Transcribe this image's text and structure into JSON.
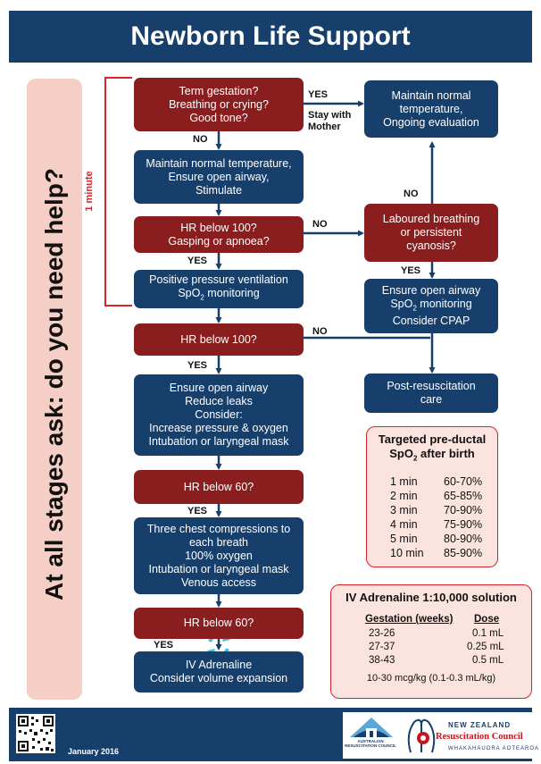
{
  "header": {
    "title": "Newborn Life Support"
  },
  "sidebar": {
    "text": "At all stages ask: do you need help?"
  },
  "bracket": {
    "label": "1 minute"
  },
  "flow": {
    "b1": [
      "Term gestation?",
      "Breathing or crying?",
      "Good tone?"
    ],
    "b2": [
      "Maintain normal temperature,",
      "Ensure open airway,",
      "Stimulate"
    ],
    "b3": [
      "HR below 100?",
      "Gasping or apnoea?"
    ],
    "b4": [
      "Positive pressure ventilation",
      "SpO",
      "2",
      " monitoring"
    ],
    "b5": [
      "HR below 100?"
    ],
    "b6": [
      "Ensure open airway",
      "Reduce leaks",
      "Consider:",
      "Increase pressure & oxygen",
      "Intubation or laryngeal mask"
    ],
    "b7": [
      "HR below 60?"
    ],
    "b8": [
      "Three chest compressions to",
      "each breath",
      "100% oxygen",
      "Intubation or laryngeal mask",
      "Venous access"
    ],
    "b9": [
      "HR below 60?"
    ],
    "b10": [
      "IV Adrenaline",
      "Consider volume expansion"
    ],
    "r1": [
      "Maintain normal",
      "temperature,",
      "Ongoing evaluation"
    ],
    "r2": [
      "Laboured breathing",
      "or persistent",
      "cyanosis?"
    ],
    "r3": [
      "Ensure open airway",
      "SpO",
      "2",
      " monitoring",
      "Consider CPAP"
    ],
    "r4": [
      "Post-resuscitation",
      "care"
    ]
  },
  "labels": {
    "yes1": "YES",
    "stay1": "Stay with",
    "stay2": "Mother",
    "no1": "NO",
    "no2": "NO",
    "yes2": "YES",
    "no3": "NO",
    "yes3": "YES",
    "no4": "NO",
    "yes4": "YES",
    "yes5": "YES",
    "yes6": "YES"
  },
  "spo2": {
    "title": "Targeted pre-ductal",
    "title2a": "SpO",
    "title2sub": "2",
    "title2b": " after birth",
    "rows": [
      {
        "time": "1 min",
        "range": "60-70%"
      },
      {
        "time": "2 min",
        "range": "65-85%"
      },
      {
        "time": "3 min",
        "range": "70-90%"
      },
      {
        "time": "4 min",
        "range": "75-90%"
      },
      {
        "time": "5 min",
        "range": "80-90%"
      },
      {
        "time": "10 min",
        "range": "85-90%"
      }
    ]
  },
  "adrenaline": {
    "title": "IV Adrenaline 1:10,000 solution",
    "col1": "Gestation (weeks)",
    "col2": "Dose",
    "rows": [
      {
        "g": "23-26",
        "d": "0.1 mL"
      },
      {
        "g": "27-37",
        "d": "0.25 mL"
      },
      {
        "g": "38-43",
        "d": "0.5 mL"
      }
    ],
    "note": "10-30 mcg/kg (0.1-0.3 mL/kg)"
  },
  "footer": {
    "date": "January 2016",
    "arc": "AUSTRALIAN RESUSCITATION COUNCIL",
    "nz_line1": "NEW ZEALAND",
    "nz_line2": "Resuscitation Council",
    "nz_line3": "WHAKAHAUORA AOTEAROA"
  },
  "colors": {
    "navy": "#173f6b",
    "maroon": "#8a1d1d",
    "red": "#d9232d",
    "pink": "#f5cfc5",
    "cyan": "#33c4e8"
  }
}
